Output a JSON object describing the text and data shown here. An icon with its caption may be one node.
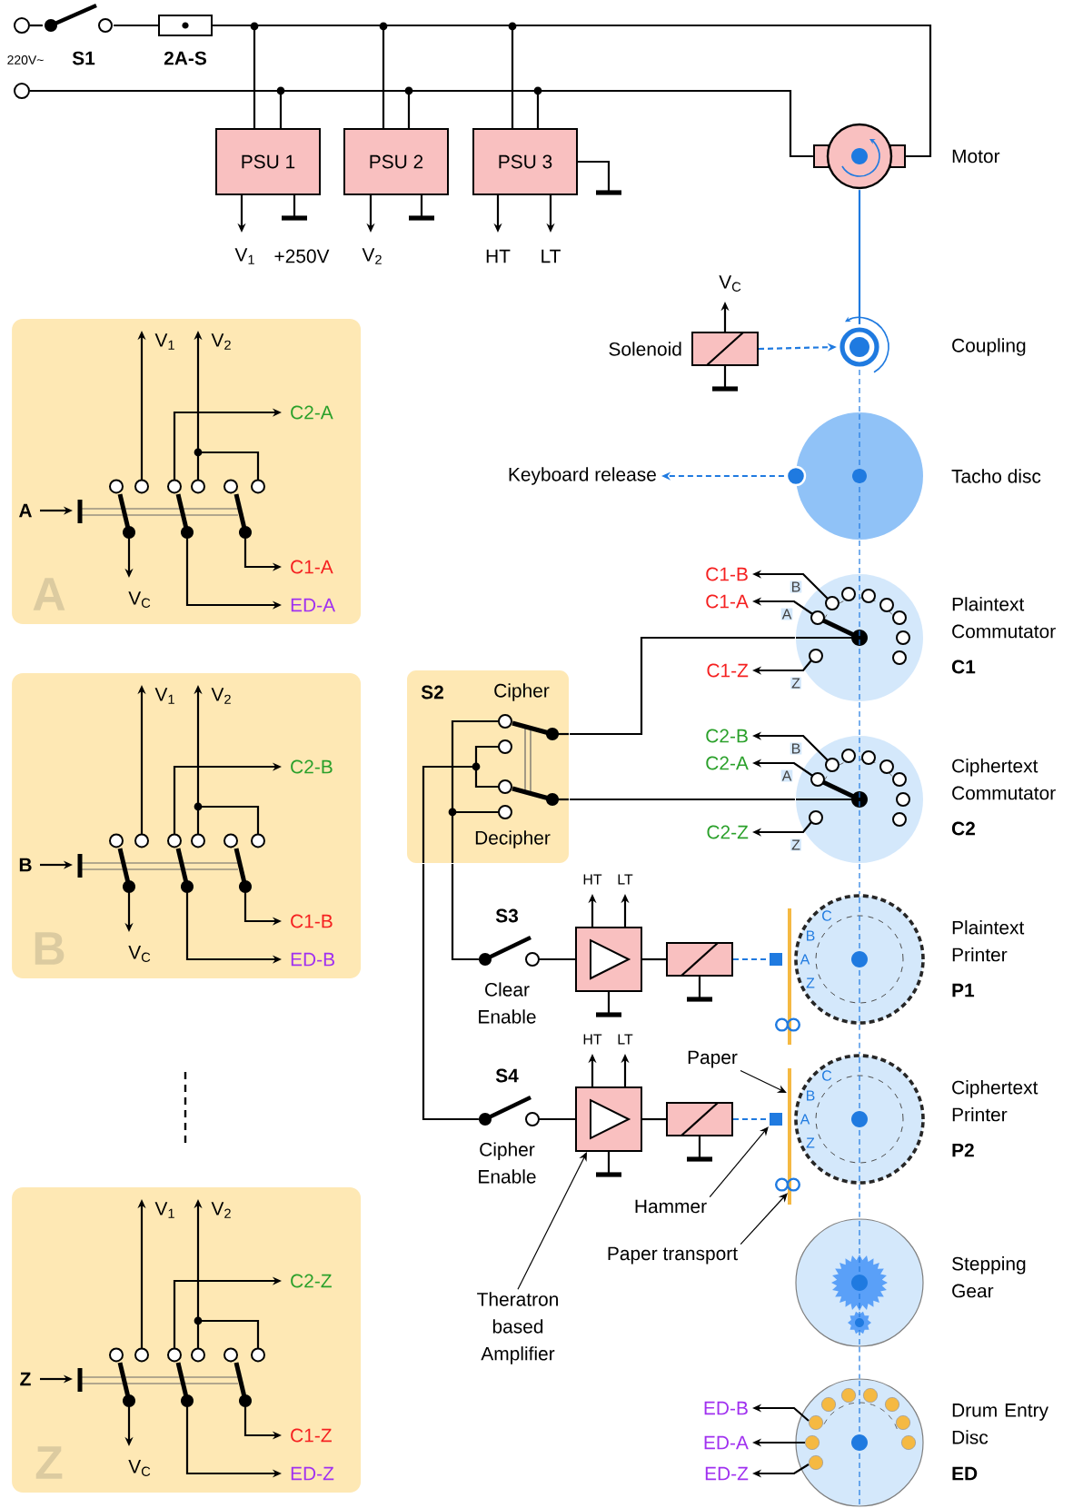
{
  "diagram": {
    "nodes": [
      {
        "text": [],
        "shape": "circle"
      },
      {
        "text": [],
        "shape": "circle"
      },
      {
        "text": [
          "S1"
        ]
      },
      {
        "text": [
          "2A-S"
        ]
      },
      {
        "text": [
          "PSU 1"
        ],
        "beside": [
          "V$_{1}$",
          "+250V"
        ]
      },
      {
        "text": [
          "PSU 2"
        ],
        "beside": [
          "V$_{2}$"
        ]
      },
      {
        "text": [
          "PSU 3"
        ],
        "beside": [
          "HT",
          "LT"
        ]
      },
      {
        "text": [
          "Motor"
        ]
      },
      {
        "text": [
          "Solenoid"
        ],
        "beside": [
          "V$_{C}$"
        ]
      },
      {
        "text": [
          "Coupling"
        ]
      },
      {
        "text": [
          "Tacho disc"
        ]
      },
      {
        "text": [
          "Keyboard release"
        ]
      },
      {
        "text": [
          "V$_{1}$",
          "V$_{2}$",
          "C2-A",
          "A",
          "C1-A",
          "A",
          "V$_{C}$",
          "ED-A"
        ]
      },
      {
        "text": [
          "V$_{1}$",
          "V$_{2}$",
          "C2-B",
          "B",
          "C1-B",
          "B",
          "V$_{C}$",
          "ED-B"
        ]
      },
      {
        "text": [
          "V$_{1}$",
          "V$_{2}$",
          "C2-Z",
          "Z",
          "C1-Z",
          "Z",
          "V$_{C}$",
          "ED-Z"
        ]
      },
      {
        "text": [
          "S2",
          "Cipher",
          "Decipher"
        ]
      },
      {
        "text": [
          "Plaintext Commutator",
          "C1"
        ]
      },
      {
        "text": [
          "C1-B"
        ]
      },
      {
        "text": [
          "C1-A"
        ]
      },
      {
        "text": [
          "C1-Z"
        ]
      },
      {
        "text": [
          "Ciphertext Commutator",
          "C2"
        ]
      },
      {
        "text": [
          "C2-B"
        ]
      },
      {
        "text": [
          "C2-A"
        ]
      },
      {
        "text": [
          "C2-Z"
        ]
      },
      {
        "text": [
          "S3",
          "Clear Enable"
        ]
      },
      {
        "text": [],
        "shape": "box",
        "beside": [
          "HT",
          "LT"
        ]
      },
      {
        "text": [],
        "shape": "box"
      },
      {
        "text": [],
        "shape": "box"
      },
      {
        "text": [],
        "shape": "bar"
      },
      {
        "text": [],
        "shape": "circle"
      },
      {
        "text": [
          "C",
          "B",
          "A",
          "Z",
          "Plaintext Printer",
          "P1"
        ]
      },
      {
        "text": [
          "S4",
          "Cipher Enable"
        ]
      },
      {
        "text": [],
        "shape": "box",
        "beside": [
          "HT",
          "LT"
        ]
      },
      {
        "text": [],
        "shape": "box"
      },
      {
        "text": [],
        "shape": "box"
      },
      {
        "text": [],
        "shape": "bar"
      },
      {
        "text": [],
        "shape": "circle"
      },
      {
        "text": [
          "C",
          "B",
          "A",
          "Z",
          "Ciphertext Printer",
          "P2"
        ]
      },
      {
        "text": [
          "Paper"
        ]
      },
      {
        "text": [
          "Hammer"
        ]
      },
      {
        "text": [
          "Paper transport"
        ]
      },
      {
        "text": [
          "Theratron based Amplifier"
        ]
      },
      {
        "text": [
          "Stepping Gear"
        ]
      },
      {
        "text": [
          "Drum Entry Disc",
          "ED"
        ]
      },
      {
        "text": [
          "ED-B"
        ]
      },
      {
        "text": [
          "ED-A"
        ]
      },
      {
        "text": [
          "ED-Z"
        ]
      }
    ],
    "edges": [
      {
        "from": 0,
        "to": 2,
        "arrow": "none"
      },
      {
        "from": 2,
        "to": 3,
        "arrow": "none"
      },
      {
        "from": 3,
        "to": 4,
        "arrow": "none"
      },
      {
        "from": 3,
        "to": 5,
        "arrow": "none"
      },
      {
        "from": 3,
        "to": 6,
        "arrow": "none"
      },
      {
        "from": 3,
        "to": 7,
        "arrow": "none"
      },
      {
        "from": 1,
        "to": 4,
        "arrow": "none"
      },
      {
        "from": 1,
        "to": 5,
        "arrow": "none"
      },
      {
        "from": 1,
        "to": 6,
        "arrow": "none"
      },
      {
        "from": 1,
        "to": 7,
        "arrow": "none"
      },
      {
        "from": 7,
        "to": 9,
        "arrow": "none",
        "color": "#1f7ae0"
      },
      {
        "from": 8,
        "to": 9,
        "arrow": "to",
        "style": "dashed",
        "color": "#1f7ae0"
      },
      {
        "from": 10,
        "to": 11,
        "arrow": "to",
        "style": "dashed",
        "color": "#1f7ae0"
      },
      {
        "from": 16,
        "to": 17,
        "arrow": "to",
        "label": "B"
      },
      {
        "from": 16,
        "to": 18,
        "arrow": "to",
        "label": "A"
      },
      {
        "from": 16,
        "to": 19,
        "arrow": "to",
        "label": "Z"
      },
      {
        "from": 20,
        "to": 21,
        "arrow": "to",
        "label": "B"
      },
      {
        "from": 20,
        "to": 22,
        "arrow": "to",
        "label": "A"
      },
      {
        "from": 20,
        "to": 23,
        "arrow": "to",
        "label": "Z"
      },
      {
        "from": 15,
        "to": 16,
        "arrow": "none"
      },
      {
        "from": 15,
        "to": 20,
        "arrow": "none"
      },
      {
        "from": 15,
        "to": 24,
        "arrow": "none"
      },
      {
        "from": 15,
        "to": 31,
        "arrow": "none"
      },
      {
        "from": 24,
        "to": 25,
        "arrow": "none"
      },
      {
        "from": 25,
        "to": 26,
        "arrow": "none"
      },
      {
        "from": 26,
        "to": 27,
        "arrow": "none",
        "style": "dashed",
        "color": "#1f7ae0"
      },
      {
        "from": 31,
        "to": 32,
        "arrow": "none"
      },
      {
        "from": 32,
        "to": 33,
        "arrow": "none"
      },
      {
        "from": 33,
        "to": 34,
        "arrow": "none",
        "style": "dashed",
        "color": "#1f7ae0"
      },
      {
        "from": 38,
        "to": 35,
        "arrow": "to"
      },
      {
        "from": 39,
        "to": 34,
        "arrow": "to"
      },
      {
        "from": 40,
        "to": 36,
        "arrow": "to"
      },
      {
        "from": 41,
        "to": 32,
        "arrow": "to"
      },
      {
        "from": 43,
        "to": 44,
        "arrow": "to"
      },
      {
        "from": 43,
        "to": 45,
        "arrow": "to"
      },
      {
        "from": 43,
        "to": 46,
        "arrow": "to"
      },
      {
        "from": 9,
        "to": 10,
        "arrow": "none",
        "style": "dashed",
        "color": "#1f7ae0"
      },
      {
        "from": 10,
        "to": 16,
        "arrow": "none",
        "style": "dashed",
        "color": "#1f7ae0"
      },
      {
        "from": 16,
        "to": 20,
        "arrow": "none",
        "style": "dashed",
        "color": "#1f7ae0"
      },
      {
        "from": 20,
        "to": 30,
        "arrow": "none",
        "style": "dashed",
        "color": "#1f7ae0"
      },
      {
        "from": 30,
        "to": 37,
        "arrow": "none",
        "style": "dashed",
        "color": "#1f7ae0"
      },
      {
        "from": 37,
        "to": 42,
        "arrow": "none",
        "style": "dashed",
        "color": "#1f7ae0"
      },
      {
        "from": 42,
        "to": 43,
        "arrow": "none",
        "style": "dashed",
        "color": "#1f7ae0"
      }
    ],
    "labels": [
      "220V~"
    ]
  }
}
